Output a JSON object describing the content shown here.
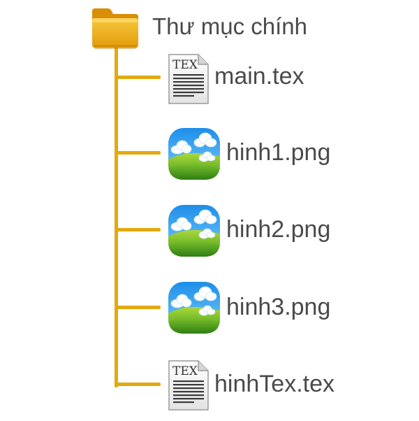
{
  "colors": {
    "tree_line": "#e2aa10",
    "folder": "#f2b01a",
    "text": "#4a4a4a"
  },
  "root": {
    "icon": "folder-icon",
    "label": "Thư mục chính"
  },
  "files": [
    {
      "name": "main.tex",
      "icon": "tex-file-icon"
    },
    {
      "name": "hinh1.png",
      "icon": "image-file-icon"
    },
    {
      "name": "hinh2.png",
      "icon": "image-file-icon"
    },
    {
      "name": "hinh3.png",
      "icon": "image-file-icon"
    },
    {
      "name": "hinhTex.tex",
      "icon": "tex-file-icon"
    }
  ],
  "tex_icon_text": "TEX"
}
